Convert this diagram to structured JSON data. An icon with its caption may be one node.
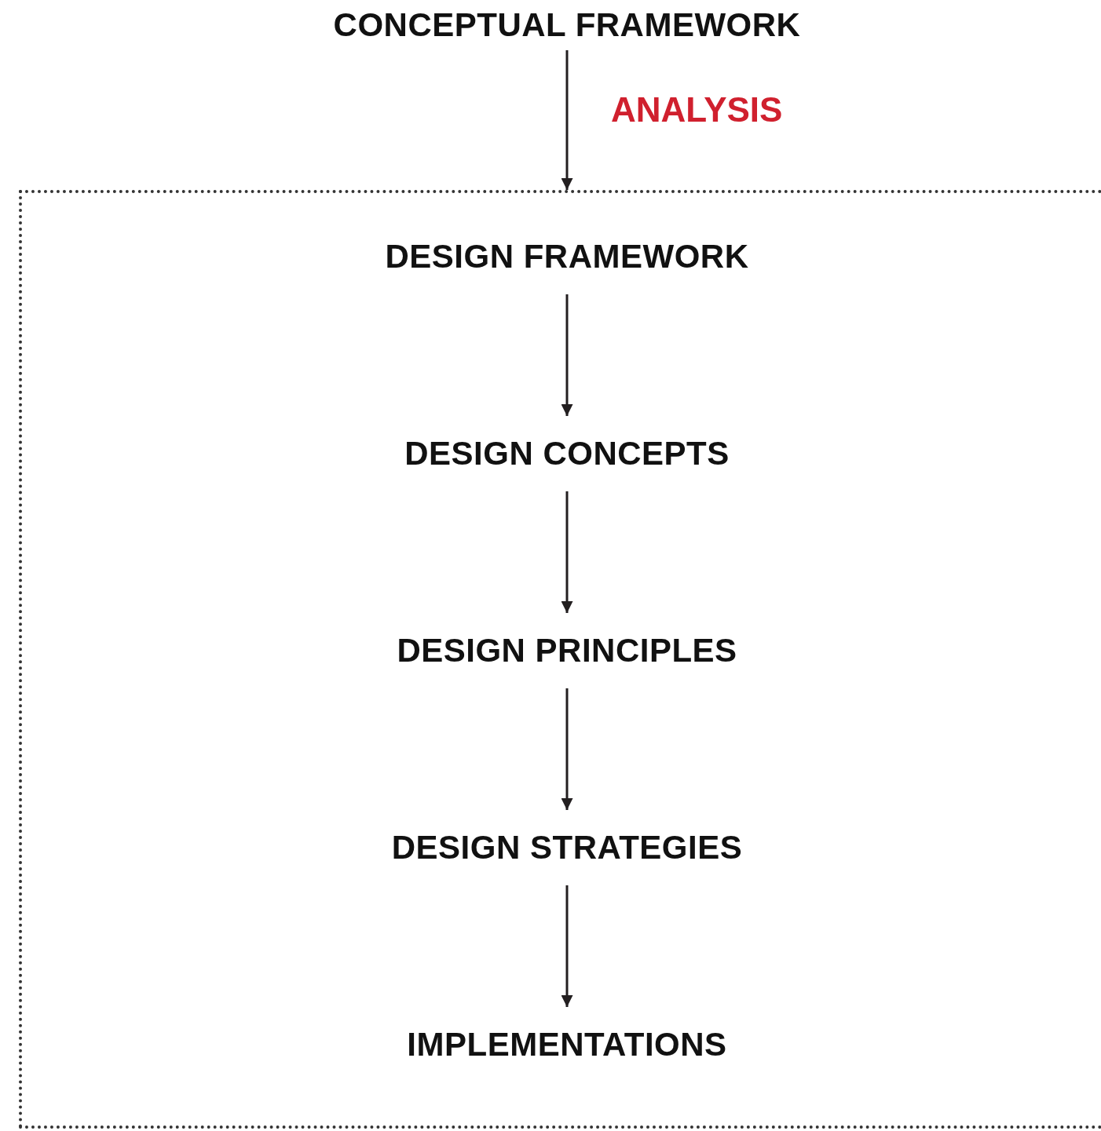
{
  "diagram": {
    "nodes": [
      {
        "text": [
          "CONCEPTUAL FRAMEWORK"
        ]
      },
      {
        "text": [],
        "shape": "box"
      },
      {
        "text": [
          "DESIGN FRAMEWORK"
        ],
        "in": 1
      },
      {
        "text": [
          "DESIGN CONCEPTS"
        ],
        "in": 1
      },
      {
        "text": [
          "DESIGN PRINCIPLES"
        ],
        "in": 1
      },
      {
        "text": [
          "DESIGN STRATEGIES"
        ],
        "in": 1
      },
      {
        "text": [
          "IMPLEMENTATIONS"
        ],
        "in": 1
      }
    ],
    "edges": [
      {
        "from": 0,
        "to": 1,
        "arrow": "to",
        "label": "ANALYSIS"
      },
      {
        "from": 2,
        "to": 3,
        "arrow": "to"
      },
      {
        "from": 3,
        "to": 4,
        "arrow": "to"
      },
      {
        "from": 4,
        "to": 5,
        "arrow": "to"
      },
      {
        "from": 5,
        "to": 6,
        "arrow": "to"
      }
    ]
  }
}
